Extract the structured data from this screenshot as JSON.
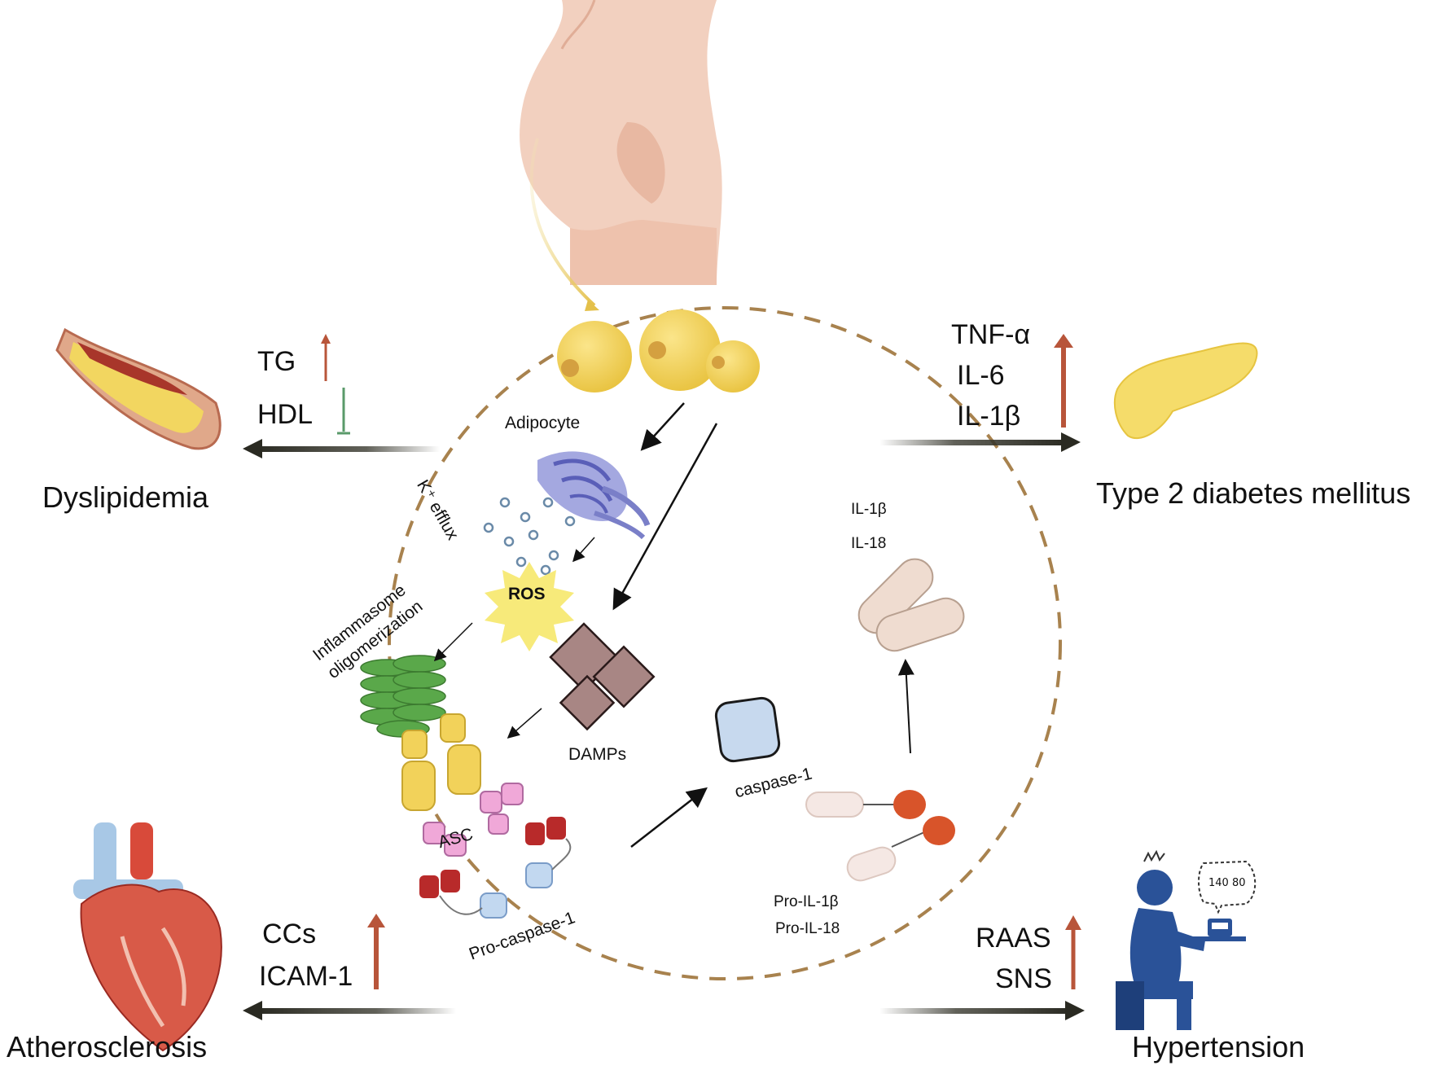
{
  "outcomes": {
    "dyslipidemia": "Dyslipidemia",
    "t2dm": "Type 2 diabetes mellitus",
    "atherosclerosis": "Atherosclerosis",
    "hypertension": "Hypertension"
  },
  "markers": {
    "tg": "TG",
    "hdl": "HDL",
    "tnf": "TNF-α",
    "il6": "IL-6",
    "il1b": "IL-1β",
    "ccs": "CCs",
    "icam": "ICAM-1",
    "raas": "RAAS",
    "sns": "SNS"
  },
  "pathway": {
    "adipocyte": "Adipocyte",
    "k_efflux": "K⁺ efflux",
    "ros": "ROS",
    "inflammasome_line1": "Inflammasome",
    "inflammasome_line2": "oligomerization",
    "damps": "DAMPs",
    "asc": "ASC",
    "pro_caspase": "Pro-caspase-1",
    "caspase": "caspase-1",
    "il1b_small": "IL-1β",
    "il18_small": "IL-18",
    "pro_il1b": "Pro-IL-1β",
    "pro_il18": "Pro-IL-18",
    "bp_monitor": "140 80"
  },
  "colors": {
    "up_arrow": "#b8553a",
    "down_arrow": "#5a9a6a",
    "dashed_circle": "#a8824e",
    "fat": "#f2d25a",
    "caspase_box": "#c7d9ee"
  }
}
